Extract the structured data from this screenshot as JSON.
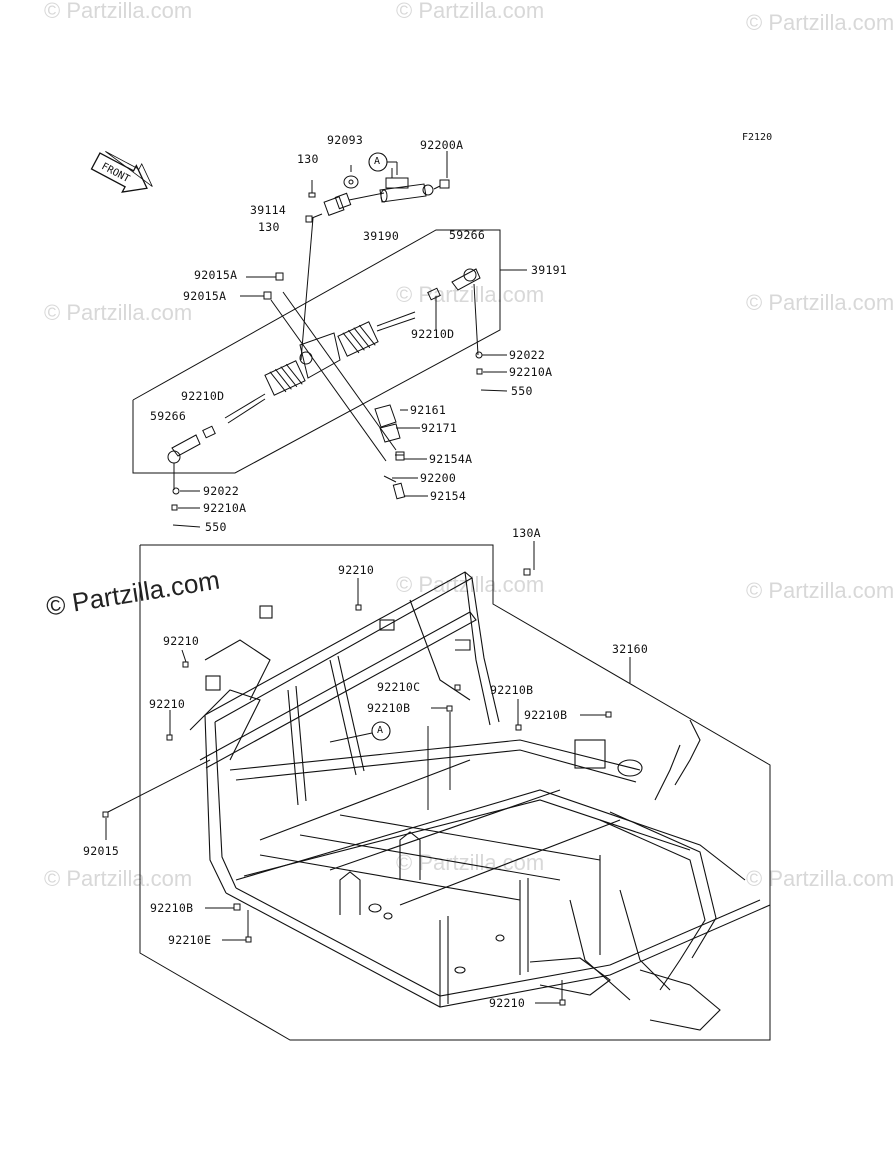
{
  "watermark": "© Partzilla.com",
  "diagram_code": "F2120",
  "front_arrow": "FRONT",
  "ref_marker": "A",
  "parts": {
    "p92093": "92093",
    "p92200A": "92200A",
    "p130_top": "130",
    "p39114": "39114",
    "p130_mid": "130",
    "p39190": "39190",
    "p59266_r": "59266",
    "p39191": "39191",
    "p92015A_1": "92015A",
    "p92015A_2": "92015A",
    "p92210D_r": "92210D",
    "p92022_r": "92022",
    "p92210A_r": "92210A",
    "p550_r": "550",
    "p92210D_l": "92210D",
    "p59266_l": "59266",
    "p92161": "92161",
    "p92171": "92171",
    "p92154A": "92154A",
    "p92200": "92200",
    "p92154": "92154",
    "p92022_l": "92022",
    "p92210A_l": "92210A",
    "p550_l": "550",
    "p130A": "130A",
    "p92210_top": "92210",
    "p32160": "32160",
    "p92210_l1": "92210",
    "p92210C": "92210C",
    "p92210B_1": "92210B",
    "p92210B_2": "92210B",
    "p92210B_3": "92210B",
    "p92210_l2": "92210",
    "p92015": "92015",
    "p92210B_4": "92210B",
    "p92210E": "92210E",
    "p92210_bot": "92210"
  }
}
